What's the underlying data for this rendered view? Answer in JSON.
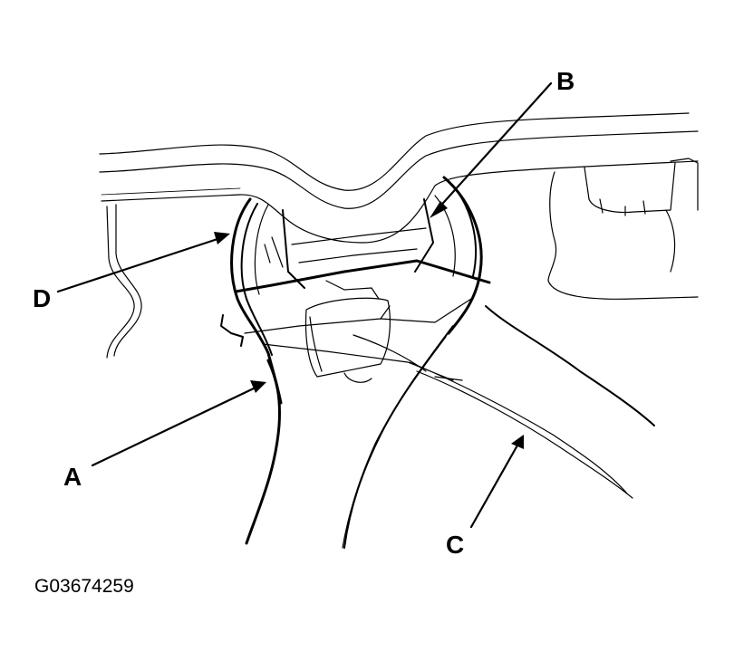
{
  "callouts": {
    "a": "A",
    "b": "B",
    "c": "C",
    "d": "D"
  },
  "figure_id": "G03674259"
}
